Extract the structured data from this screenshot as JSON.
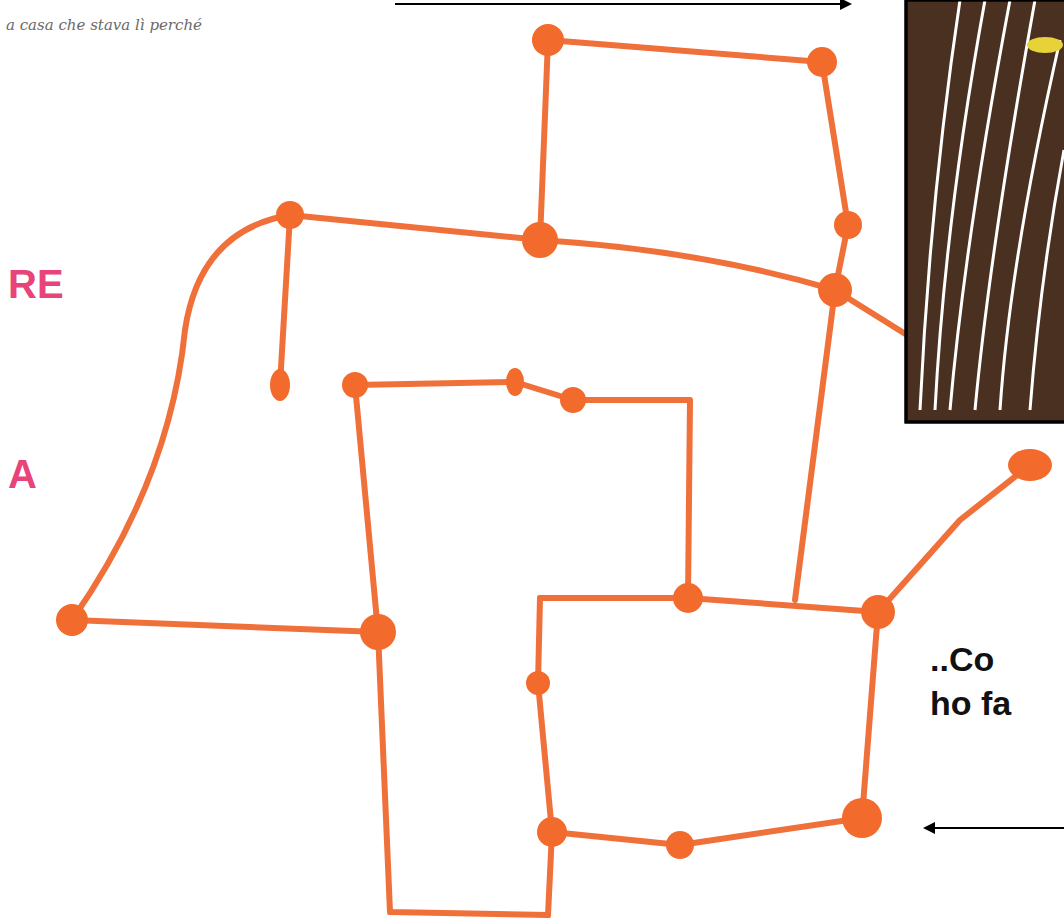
{
  "diagram": {
    "labels": [
      "a casa che stava lì perché",
      "RE",
      "A",
      "..Co",
      "ho fa"
    ]
  }
}
